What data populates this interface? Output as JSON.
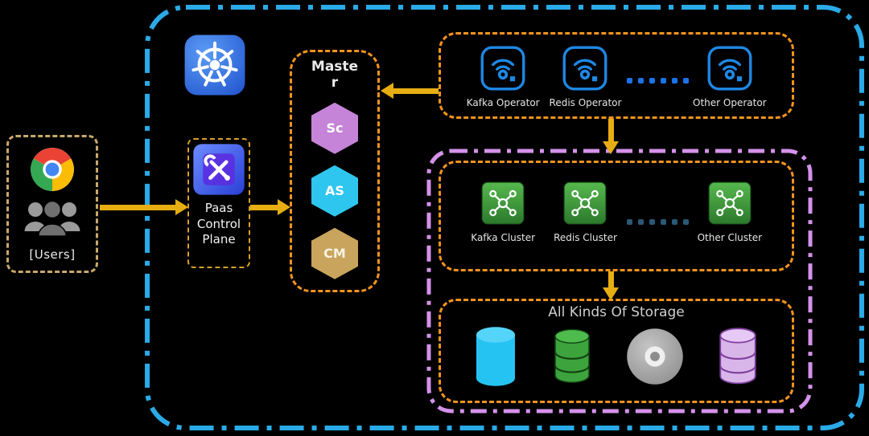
{
  "users": {
    "label": "[Users]"
  },
  "paas": {
    "label": "Paas Control Plane"
  },
  "master": {
    "label": "Master",
    "items": [
      {
        "label": "Sc"
      },
      {
        "label": "AS"
      },
      {
        "label": "CM"
      }
    ]
  },
  "operators": {
    "items": [
      {
        "label": "Kafka Operator"
      },
      {
        "label": "Redis Operator"
      },
      {
        "label": "Other Operator"
      }
    ]
  },
  "clusters": {
    "items": [
      {
        "label": "Kafka Cluster"
      },
      {
        "label": "Redis Cluster"
      },
      {
        "label": "Other Cluster"
      }
    ]
  },
  "storage": {
    "title": "All Kinds Of Storage",
    "icons": [
      "cyan-cylinder-db-icon",
      "green-database-icon",
      "gray-disc-icon",
      "purple-database-icon"
    ]
  },
  "icons": {
    "browser": "chrome-icon",
    "users": "users-group-icon",
    "platform": "kubernetes-icon",
    "paas": "crossed-tools-icon",
    "operator": "operator-icon",
    "cluster": "cluster-network-icon"
  },
  "colors": {
    "accent-blue": "#2aabe8",
    "accent-orange": "#f7941d",
    "accent-purple": "#d492ea",
    "arrow-gold": "#e6ae12",
    "tan": "#c9a869",
    "hex-sc": "#c584d8",
    "hex-as": "#2ec6ee",
    "hex-cm": "#c8a45c"
  }
}
